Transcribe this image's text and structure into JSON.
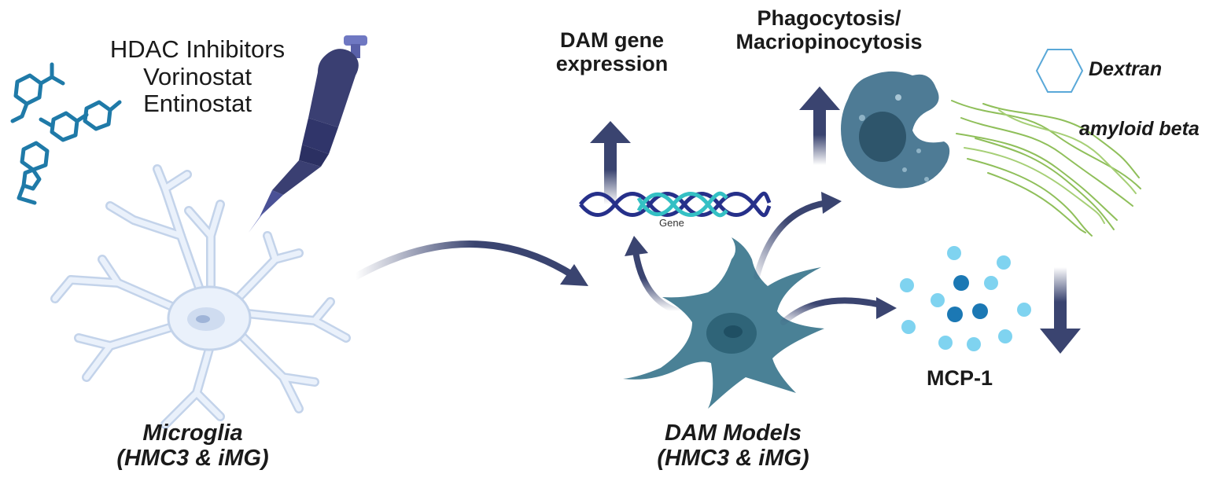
{
  "treatment": {
    "line1": "HDAC Inhibitors",
    "line2": "Vorinostat",
    "line3": "Entinostat"
  },
  "microglia": {
    "line1": "Microglia",
    "line2": "(HMC3 & iMG)"
  },
  "dam_models": {
    "line1": "DAM Models",
    "line2": "(HMC3 & iMG)"
  },
  "dam_gene_expression": {
    "line1": "DAM gene",
    "line2": "expression"
  },
  "gene_label": "Gene",
  "phagocytosis": {
    "line1": "Phagocytosis/",
    "line2": "Macriopinocytosis"
  },
  "substrates": {
    "dextran": "Dextran",
    "amyloid": "amyloid beta"
  },
  "cytokine": "MCP-1",
  "colors": {
    "microglia_fill": "#eaf1fb",
    "microglia_stroke": "#c3d3ea",
    "dam_cell": "#4a8196",
    "arrow": "#3a4470",
    "pipette": "#3a3f72",
    "molecule": "#1f7aa8",
    "dna_dark": "#26308a",
    "dna_light": "#34c0c4",
    "mcp_light": "#7fd3f0",
    "mcp_dark": "#1b78b4",
    "fibril": "#8fbf5a"
  }
}
